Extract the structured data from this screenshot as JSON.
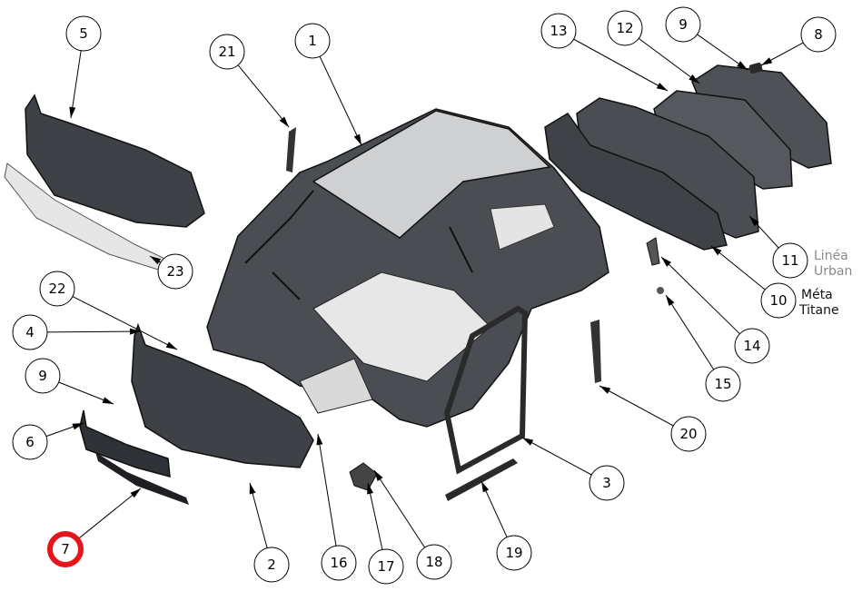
{
  "title": "Exploded body parts diagram",
  "callouts": [
    {
      "number": "1"
    },
    {
      "number": "2"
    },
    {
      "number": "3"
    },
    {
      "number": "4"
    },
    {
      "number": "5"
    },
    {
      "number": "6"
    },
    {
      "number": "7",
      "highlighted": true,
      "highlight_color": "#e8141c"
    },
    {
      "number": "8"
    },
    {
      "number": "9"
    },
    {
      "number": "9"
    },
    {
      "number": "10"
    },
    {
      "number": "11"
    },
    {
      "number": "12"
    },
    {
      "number": "13"
    },
    {
      "number": "14"
    },
    {
      "number": "15"
    },
    {
      "number": "16"
    },
    {
      "number": "17"
    },
    {
      "number": "18"
    },
    {
      "number": "19"
    },
    {
      "number": "20"
    },
    {
      "number": "21"
    },
    {
      "number": "22"
    },
    {
      "number": "23"
    }
  ],
  "variants": {
    "linea_urban": {
      "line1": "Linéa",
      "line2": "Urban",
      "color": "#8a8a8a"
    },
    "meta_titane": {
      "line1": "Méta",
      "line2": "Titane",
      "color": "#111111"
    }
  }
}
